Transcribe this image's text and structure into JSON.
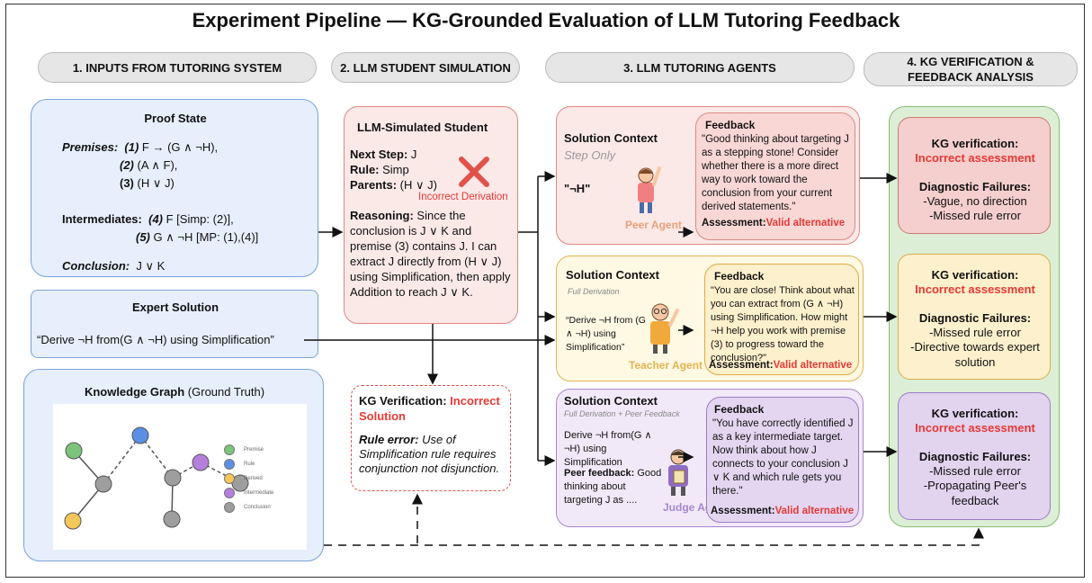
{
  "title": "Experiment Pipeline — KG-Grounded Evaluation of LLM Tutoring Feedback",
  "headers": [
    "1. INPUTS FROM TUTORING SYSTEM",
    "2. LLM STUDENT SIMULATION",
    "3. LLM TUTORING AGENTS",
    "4. KG VERIFICATION &",
    "FEEDBACK ANALYSIS"
  ],
  "proof_state": {
    "title": "Proof State",
    "premises_label": "Premises:",
    "p1_num": "(1)",
    "p1": "F → (G ∧ ¬H),",
    "p2_num": "(2)",
    "p2": "(A ∧ F),",
    "p3_num": "(3)",
    "p3": "(H ∨ J)",
    "intermediates_label": "Intermediates:",
    "i4_num": "(4)",
    "i4": "F [Simp: (2)],",
    "i5_num": "(5)",
    "i5": "G ∧ ¬H [MP: (1),(4)]",
    "conclusion_label": "Conclusion:",
    "conclusion": "J ∨ K"
  },
  "expert_solution": {
    "title": "Expert Solution",
    "text": "“Derive ¬H from(G ∧ ¬H) using Simplification”"
  },
  "knowledge_graph": {
    "title": "Knowledge Graph",
    "subtitle": "(Ground Truth)",
    "legend": [
      {
        "label": "Premise",
        "color": "#7cc47a"
      },
      {
        "label": "Rule",
        "color": "#5b8fe6"
      },
      {
        "label": "Derived",
        "color": "#f5c65a"
      },
      {
        "label": "Intermediate",
        "color": "#b57fdc"
      },
      {
        "label": "Conclusion",
        "color": "#9e9e9e"
      }
    ]
  },
  "student": {
    "title": "LLM-Simulated Student",
    "next_step_label": "Next Step:",
    "next_step": "J",
    "rule_label": "Rule:",
    "rule": "Simp",
    "parents_label": "Parents:",
    "parents": "(H ∨ J)",
    "incorrect_label": "Incorrect Derivation",
    "reasoning_label": "Reasoning:",
    "reasoning": "Since the conclusion is J ∨ K and premise (3) contains J. I can extract J directly from (H ∨ J) using Simplification, then apply Addition to reach J ∨ K."
  },
  "kg_verification_student": {
    "label": "KG Verification:",
    "verdict_1": "Incorrect",
    "verdict_2": "Solution",
    "rule_error_label": "Rule error:",
    "rule_error": "Use of Simplification rule requires conjunction not disjunction."
  },
  "agents": [
    {
      "context_title": "Solution Context",
      "context_mode": "Step Only",
      "context_text": "\"¬H\"",
      "agent_name": "Peer Agent",
      "feedback_title": "Feedback",
      "feedback": "\"Good thinking about targeting J as a stepping stone! Consider whether there is a more direct way to work toward the conclusion from your current derived statements.\"",
      "assessment_label": "Assessment:",
      "assessment": "Valid alternative"
    },
    {
      "context_title": "Solution Context",
      "context_mode": "Full Derivation",
      "context_text": "“Derive ¬H from (G ∧ ¬H) using Simplification”",
      "agent_name": "Teacher Agent",
      "feedback_title": "Feedback",
      "feedback": "\"You are close! Think about what you can extract from (G ∧ ¬H) using Simplification. How might ¬H help you work with premise (3) to progress toward the conclusion?\"",
      "assessment_label": "Assessment:",
      "assessment": "Valid alternative"
    },
    {
      "context_title": "Solution Context",
      "context_mode": "Full Derivation + Peer Feedback",
      "context_text": "Derive ¬H from(G ∧ ¬H) using Simplification",
      "peer_label": "Peer feedback:",
      "peer_text": "Good thinking about targeting J as ....",
      "agent_name": "Judge Agent",
      "feedback_title": "Feedback",
      "feedback": "\"You have correctly identified J as a key intermediate target. Now think about how J connects to your conclusion J ∨ K and which rule gets you there.\"",
      "assessment_label": "Assessment:",
      "assessment": "Valid alternative"
    }
  ],
  "kg_results": [
    {
      "title": "KG verification:",
      "verdict": "Incorrect assessment",
      "diag_title": "Diagnostic Failures:",
      "items": [
        "-Vague, no direction",
        "-Missed rule error"
      ]
    },
    {
      "title": "KG verification:",
      "verdict": "Incorrect assessment",
      "diag_title": "Diagnostic Failures:",
      "items": [
        "-Missed rule error",
        "-Directive towards expert solution"
      ]
    },
    {
      "title": "KG verification:",
      "verdict": "Incorrect assessment",
      "diag_title": "Diagnostic Failures:",
      "items": [
        "-Missed rule error",
        "-Propagating Peer's feedback"
      ]
    }
  ],
  "colors": {
    "error_red": "#e53935",
    "peer": "#e9a07a",
    "teacher": "#e2b450",
    "judge": "#a886cd"
  }
}
